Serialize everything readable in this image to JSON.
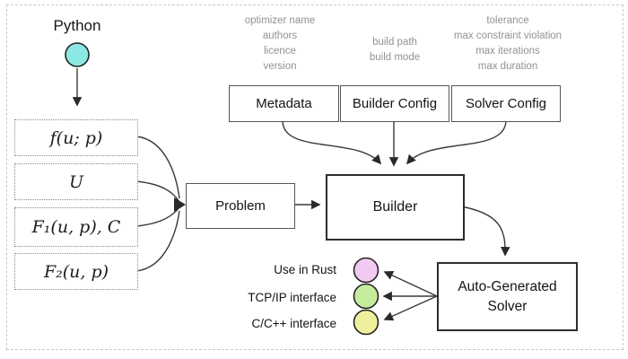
{
  "diagram": {
    "python": {
      "label": "Python"
    },
    "inputs": [
      {
        "label": "f(u; p)"
      },
      {
        "label": "U"
      },
      {
        "label": "F₁(u, p), C"
      },
      {
        "label": "F₂(u, p)"
      }
    ],
    "problem": {
      "label": "Problem"
    },
    "builder": {
      "label": "Builder"
    },
    "configs": [
      {
        "label": "Metadata",
        "annotation": "optimizer name\nauthors\nlicence\nversion"
      },
      {
        "label": "Builder Config",
        "annotation": "build path\nbuild mode"
      },
      {
        "label": "Solver Config",
        "annotation": "tolerance\nmax constraint violation\nmax iterations\nmax duration"
      }
    ],
    "solver": {
      "label": "Auto-Generated\nSolver"
    },
    "interfaces": [
      {
        "label": "Use in Rust",
        "color": "#f2c9f0"
      },
      {
        "label": "TCP/IP interface",
        "color": "#c5ec9d"
      },
      {
        "label": "C/C++ interface",
        "color": "#eff09d"
      }
    ],
    "colors": {
      "python_node": "#8ce8e2"
    }
  }
}
